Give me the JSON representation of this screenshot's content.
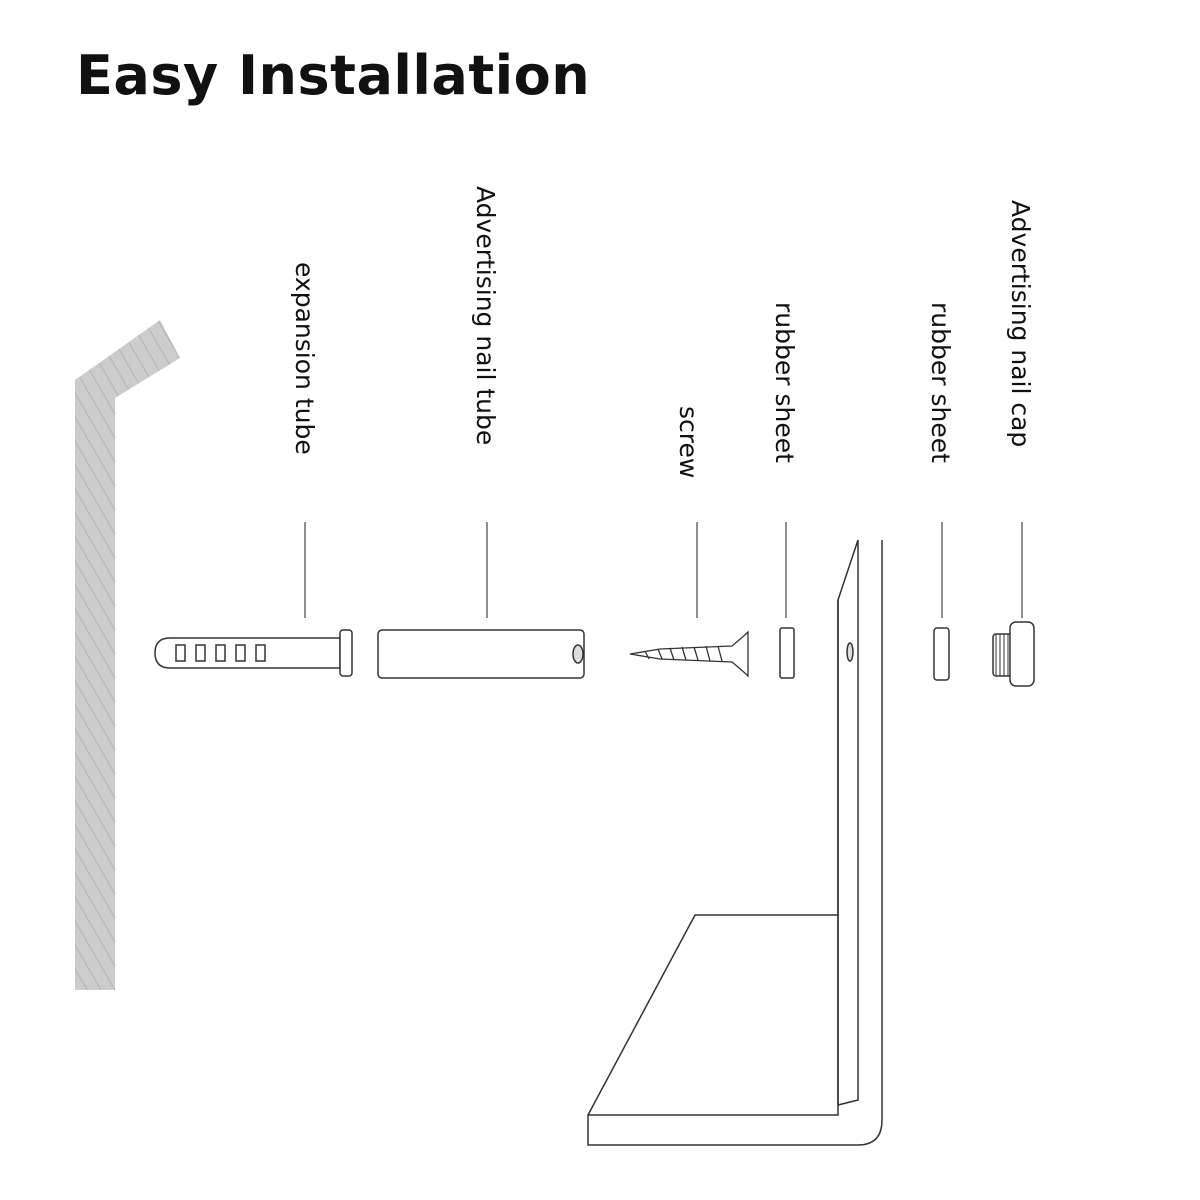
{
  "title": "Easy Installation",
  "colors": {
    "ink": "#111111",
    "line": "#444444",
    "wall_fill": "#cccccc",
    "wall_hatch": "#a9a9a9"
  },
  "labels": {
    "expansion_tube": "expansion tube",
    "nail_tube": "Advertising nail tube",
    "screw": "screw",
    "rubber_sheet_1": "rubber sheet",
    "rubber_sheet_2": "rubber sheet",
    "nail_cap": "Advertising nail cap"
  }
}
